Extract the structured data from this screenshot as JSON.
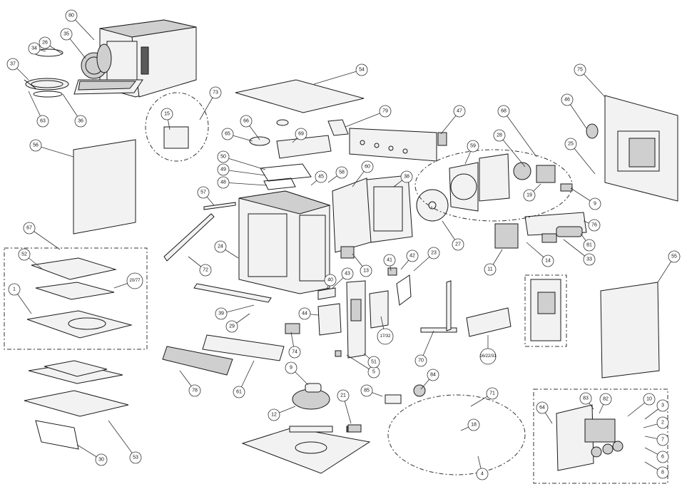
{
  "callouts": [
    {
      "n": "80"
    },
    {
      "n": "35"
    },
    {
      "n": "26"
    },
    {
      "n": "34"
    },
    {
      "n": "37"
    },
    {
      "n": "63"
    },
    {
      "n": "36"
    },
    {
      "n": "56"
    },
    {
      "n": "54"
    },
    {
      "n": "73"
    },
    {
      "n": "15"
    },
    {
      "n": "66"
    },
    {
      "n": "65"
    },
    {
      "n": "69"
    },
    {
      "n": "79"
    },
    {
      "n": "47"
    },
    {
      "n": "68"
    },
    {
      "n": "75"
    },
    {
      "n": "46"
    },
    {
      "n": "28"
    },
    {
      "n": "59"
    },
    {
      "n": "25"
    },
    {
      "n": "50"
    },
    {
      "n": "49"
    },
    {
      "n": "48"
    },
    {
      "n": "45"
    },
    {
      "n": "58"
    },
    {
      "n": "60"
    },
    {
      "n": "38"
    },
    {
      "n": "19"
    },
    {
      "n": "9"
    },
    {
      "n": "57"
    },
    {
      "n": "67"
    },
    {
      "n": "52"
    },
    {
      "n": "20/77"
    },
    {
      "n": "1"
    },
    {
      "n": "24"
    },
    {
      "n": "72"
    },
    {
      "n": "27"
    },
    {
      "n": "76"
    },
    {
      "n": "81"
    },
    {
      "n": "33"
    },
    {
      "n": "14"
    },
    {
      "n": "11"
    },
    {
      "n": "13"
    },
    {
      "n": "41"
    },
    {
      "n": "42"
    },
    {
      "n": "23"
    },
    {
      "n": "43"
    },
    {
      "n": "40"
    },
    {
      "n": "44"
    },
    {
      "n": "55"
    },
    {
      "n": "39"
    },
    {
      "n": "29"
    },
    {
      "n": "17/32"
    },
    {
      "n": "74"
    },
    {
      "n": "5"
    },
    {
      "n": "51"
    },
    {
      "n": "70"
    },
    {
      "n": "16/22/31"
    },
    {
      "n": "78"
    },
    {
      "n": "61"
    },
    {
      "n": "9"
    },
    {
      "n": "84"
    },
    {
      "n": "12"
    },
    {
      "n": "21"
    },
    {
      "n": "85"
    },
    {
      "n": "71"
    },
    {
      "n": "18"
    },
    {
      "n": "4"
    },
    {
      "n": "83"
    },
    {
      "n": "82"
    },
    {
      "n": "64"
    },
    {
      "n": "10"
    },
    {
      "n": "3"
    },
    {
      "n": "2"
    },
    {
      "n": "7"
    },
    {
      "n": "6"
    },
    {
      "n": "8"
    },
    {
      "n": "53"
    },
    {
      "n": "30"
    }
  ]
}
